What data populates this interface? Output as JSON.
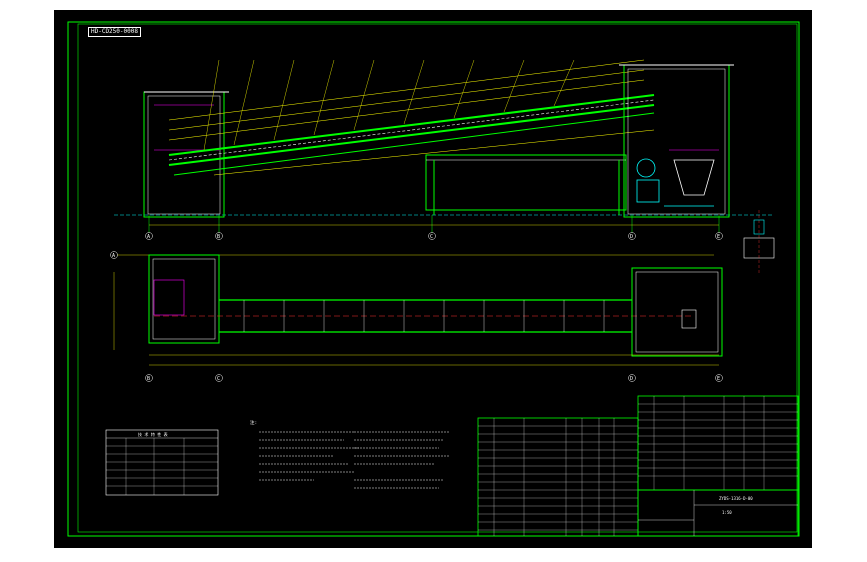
{
  "drawing": {
    "title_tag": "HD-CD250-0008",
    "colors": {
      "background": "#000000",
      "frame": "#00ff00",
      "belt": "#00ff00",
      "structure": "#ffffff",
      "dims": "#ffff00",
      "accent": "#ff00ff",
      "centerline": "#ff3333",
      "machinery": "#00ffff"
    },
    "grid_labels_elevation": [
      "A",
      "B",
      "C",
      "D",
      "E"
    ],
    "grid_labels_plan": [
      "A",
      "B",
      "C",
      "D",
      "E"
    ],
    "spec_table": {
      "title": "技 术 特 性 表",
      "rows": [
        [
          "",
          "",
          "",
          ""
        ],
        [
          "",
          "",
          "",
          ""
        ],
        [
          "",
          "",
          "",
          ""
        ],
        [
          "",
          "",
          "",
          ""
        ],
        [
          "",
          "",
          "",
          ""
        ],
        [
          "",
          "",
          "",
          ""
        ]
      ]
    },
    "notes_title": "注:",
    "drawing_number": "ZYDS-1316-D-00",
    "scale": "1:50"
  }
}
